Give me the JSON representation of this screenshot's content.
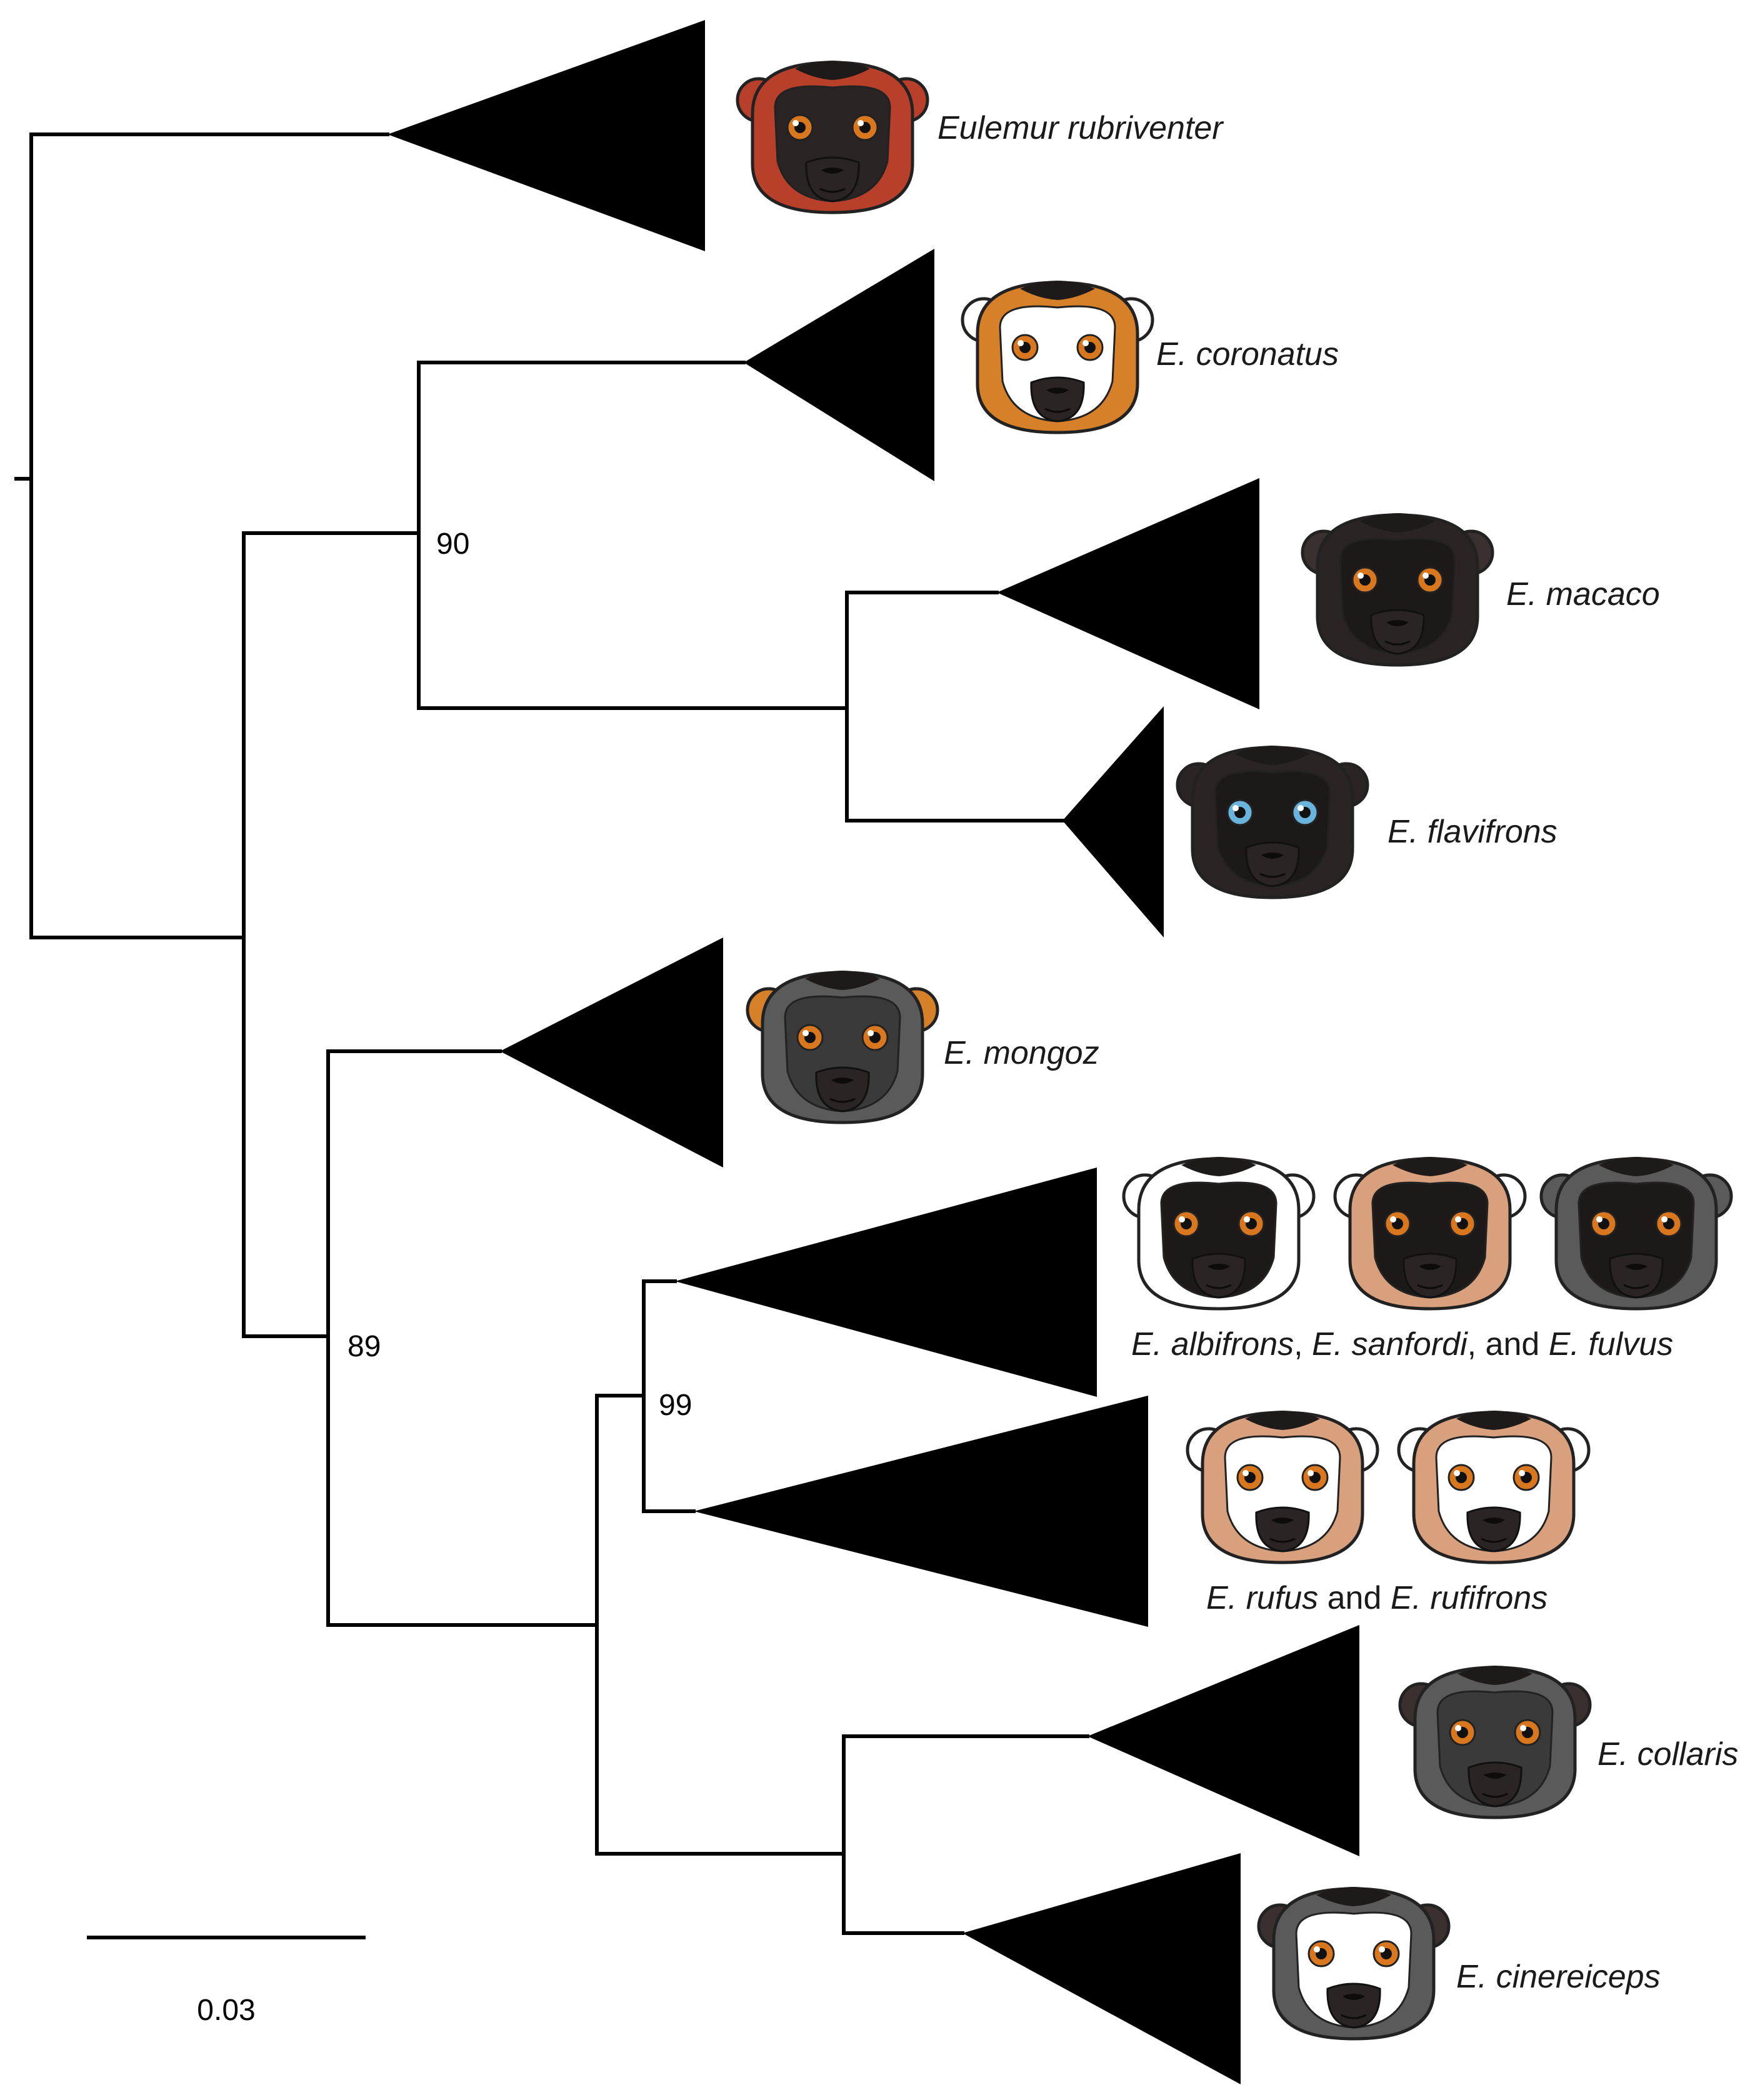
{
  "taxa": {
    "rubriventer": "Eulemur rubriventer",
    "coronatus": "E. coronatus",
    "macaco": "E. macaco",
    "flavifrons": "E. flavifrons",
    "mongoz": "E. mongoz",
    "albifrons_group": {
      "part1": "E. albifrons",
      "sep1": ", ",
      "part2": "E. sanfordi",
      "sep2": ", and ",
      "part3": "E. fulvus"
    },
    "rufus_group": {
      "part1": "E. rufus",
      "sep1": " and ",
      "part2": "E. rufifrons"
    },
    "collaris": "E. collaris",
    "cinereiceps": "E. cinereiceps"
  },
  "support_values": {
    "coronatus_macaco_flavifrons": "90",
    "mongoz_node": "89",
    "albifrons_rufus_node": "99"
  },
  "scale_bar": {
    "label": "0.03"
  },
  "face_colors": {
    "rubriventer": {
      "face": "#b8402a",
      "mask": "#2a2424",
      "eyes": "#d9771f",
      "ears": "#b8402a"
    },
    "coronatus": {
      "face": "#d6802a",
      "mask": "#ffffff",
      "eyes": "#d9771f",
      "ears": "#ffffff"
    },
    "macaco": {
      "face": "#2b2424",
      "mask": "#1e1919",
      "eyes": "#d9771f",
      "ears": "#3a3030"
    },
    "flavifrons": {
      "face": "#2b2424",
      "mask": "#1e1919",
      "eyes": "#6ab3dc",
      "ears": "#2b2424"
    },
    "mongoz": {
      "face": "#5a5a5a",
      "mask": "#3a3a3a",
      "eyes": "#d9771f",
      "ears": "#d6802a"
    },
    "albifrons": {
      "face": "#ffffff",
      "mask": "#1e1919",
      "eyes": "#d9771f",
      "ears": "#ffffff"
    },
    "sanfordi": {
      "face": "#d9a07e",
      "mask": "#1e1919",
      "eyes": "#d9771f",
      "ears": "#ffffff"
    },
    "fulvus": {
      "face": "#5a5a5a",
      "mask": "#1e1919",
      "eyes": "#d9771f",
      "ears": "#5a5a5a"
    },
    "rufus": {
      "face": "#d9a07e",
      "mask": "#ffffff",
      "eyes": "#d9771f",
      "ears": "#ffffff"
    },
    "rufifrons": {
      "face": "#d9a07e",
      "mask": "#ffffff",
      "eyes": "#d9771f",
      "ears": "#ffffff"
    },
    "collaris": {
      "face": "#5a5a5a",
      "mask": "#3a3a3a",
      "eyes": "#d9771f",
      "ears": "#3a3030"
    },
    "cinereiceps": {
      "face": "#5a5a5a",
      "mask": "#ffffff",
      "eyes": "#d9771f",
      "ears": "#3a3030"
    }
  }
}
